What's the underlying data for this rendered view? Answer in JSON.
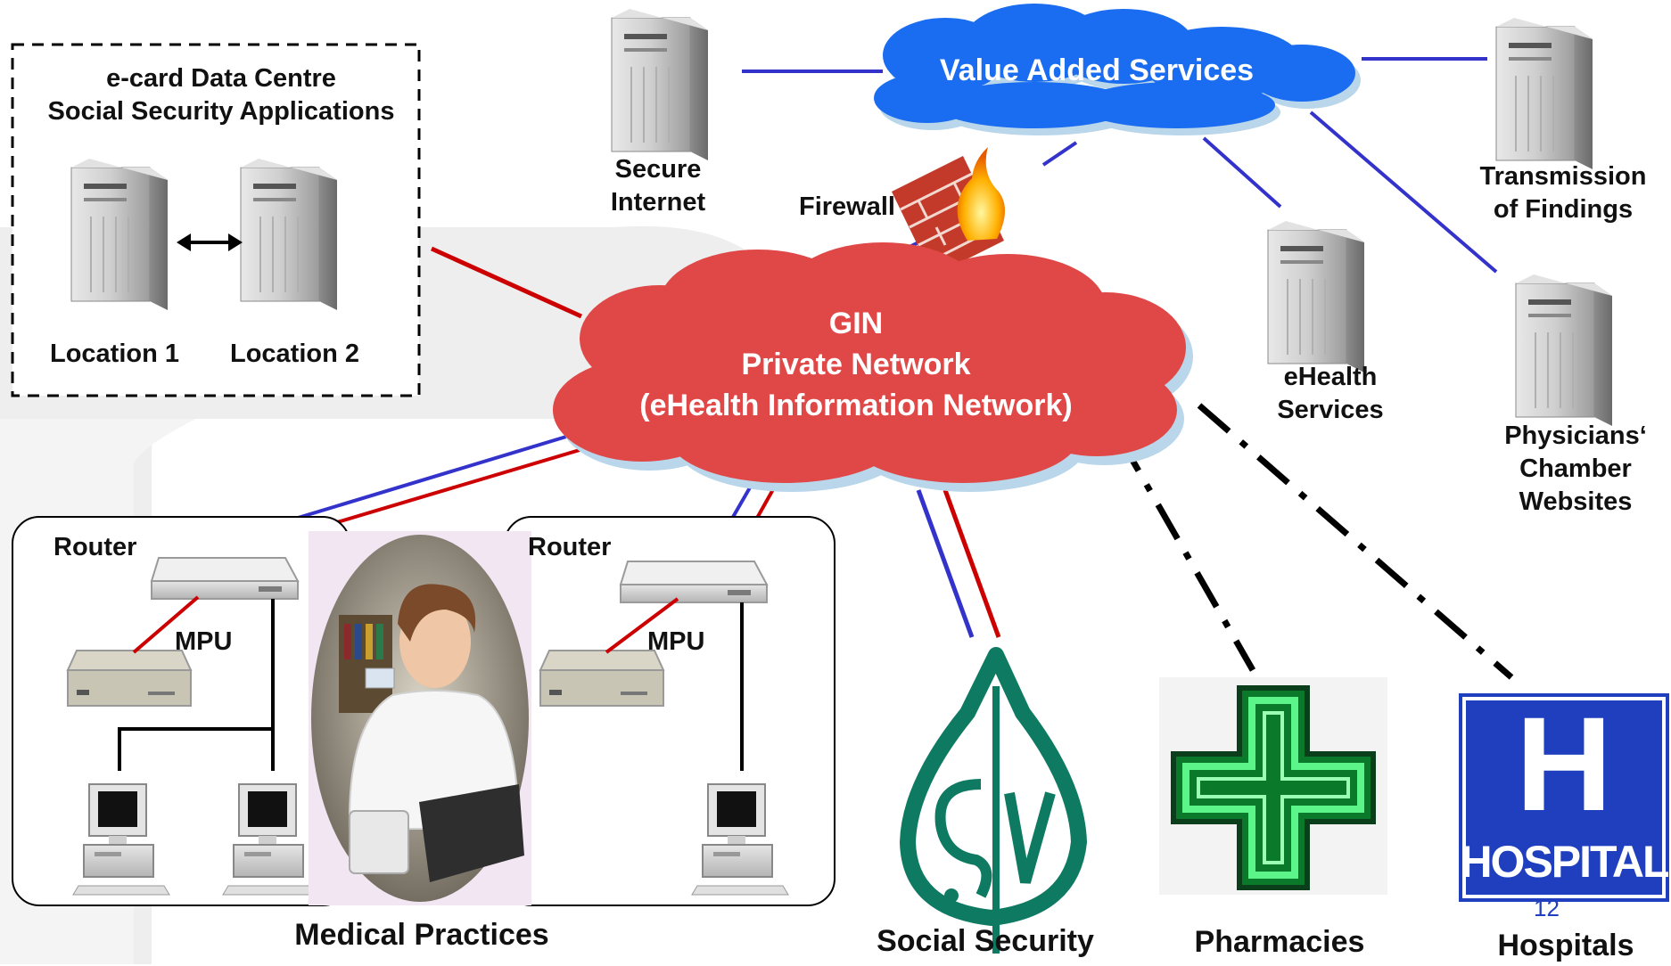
{
  "data_centre": {
    "title": "e-card Data Centre",
    "subtitle": "Social Security Applications",
    "location_1": "Location 1",
    "location_2": "Location  2"
  },
  "value_added_services": "Value Added Services",
  "secure_internet": [
    "Secure",
    "Internet"
  ],
  "firewall": "Firewall",
  "gin": {
    "line1": "GIN",
    "line2": "Private Network",
    "line3": "(eHealth Information Network)"
  },
  "transmission_of_findings": [
    "Transmission",
    "of Findings"
  ],
  "ehealth_services": [
    "eHealth",
    "Services"
  ],
  "physicians_chamber": [
    "Physicians‘",
    "Chamber",
    "Websites"
  ],
  "router_left": "Router",
  "router_right": "Router",
  "mpu_left": "MPU",
  "mpu_right": "MPU",
  "medical_practices": "Medical Practices",
  "social_security": "Social Security",
  "pharmacies": "Pharmacies",
  "hospitals": "Hospitals",
  "hospital_sign": "HOSPITAL",
  "hospital_letter": "H",
  "page_number": "12",
  "colors": {
    "gin_cloud": "#e04848",
    "vas_cloud": "#1a6cf0",
    "red_link": "#cc0000",
    "blue_link": "#3333cc",
    "sv_green": "#0f7a62",
    "hospital_blue": "#1f3fbf",
    "pharmacy_green": "#1ecf55"
  }
}
